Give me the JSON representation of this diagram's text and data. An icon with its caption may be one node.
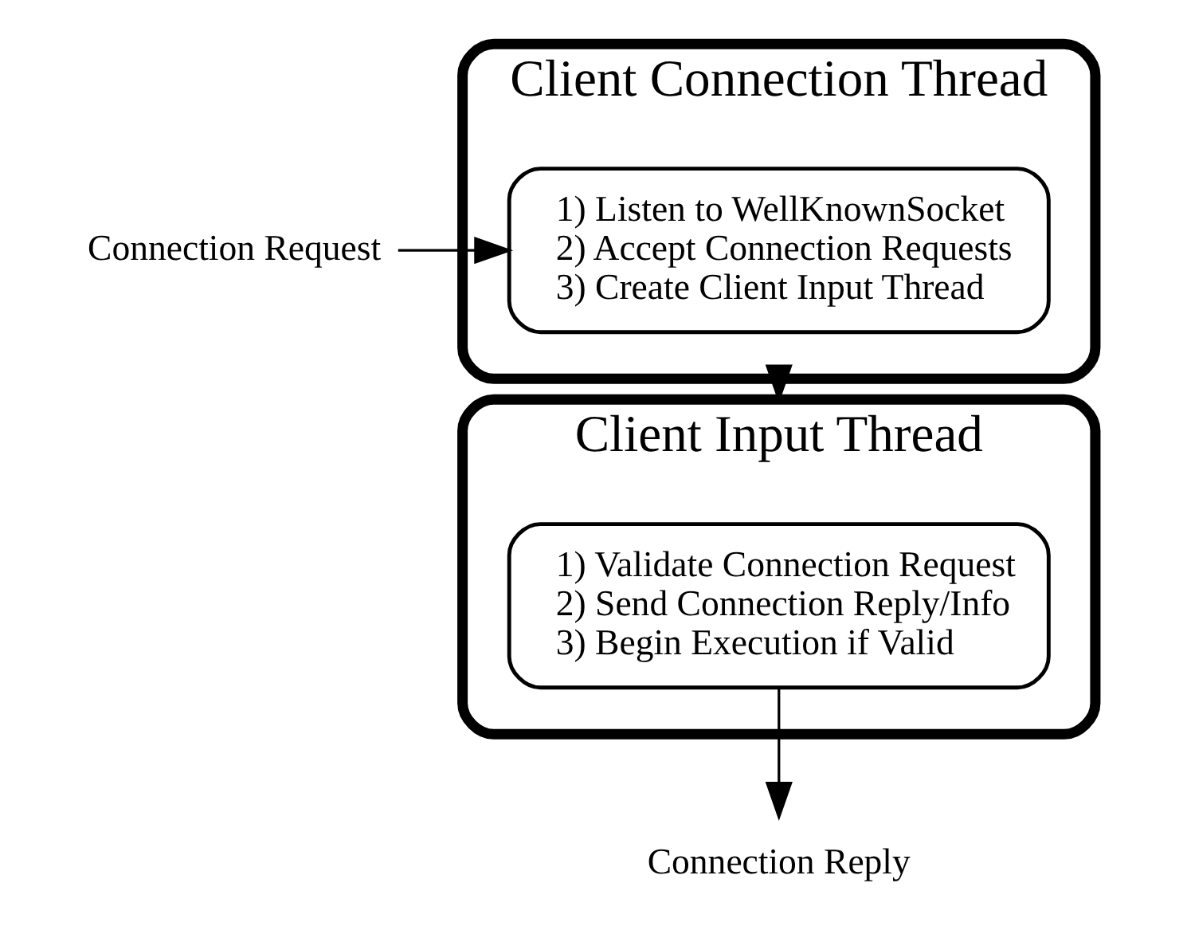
{
  "diagram": {
    "nodes": [
      {
        "text": [
          "Connection Request"
        ]
      },
      {
        "text": [
          "Client Connection Thread"
        ]
      },
      {
        "text": [
          "1) Listen to WellKnownSocket",
          "2) Accept Connection Requests",
          "3) Create Client Input Thread"
        ],
        "in": 1
      },
      {
        "text": [
          "Client Input Thread"
        ]
      },
      {
        "text": [
          "1) Validate Connection Request",
          "2) Send Connection Reply/Info",
          "3) Begin Execution if Valid"
        ],
        "in": 3
      },
      {
        "text": [
          "Connection Reply"
        ]
      }
    ],
    "edges": [
      {
        "from": 0,
        "to": 2,
        "arrow": "to"
      },
      {
        "from": 1,
        "to": 3,
        "arrow": "to"
      },
      {
        "from": 4,
        "to": 5,
        "arrow": "to"
      }
    ]
  }
}
